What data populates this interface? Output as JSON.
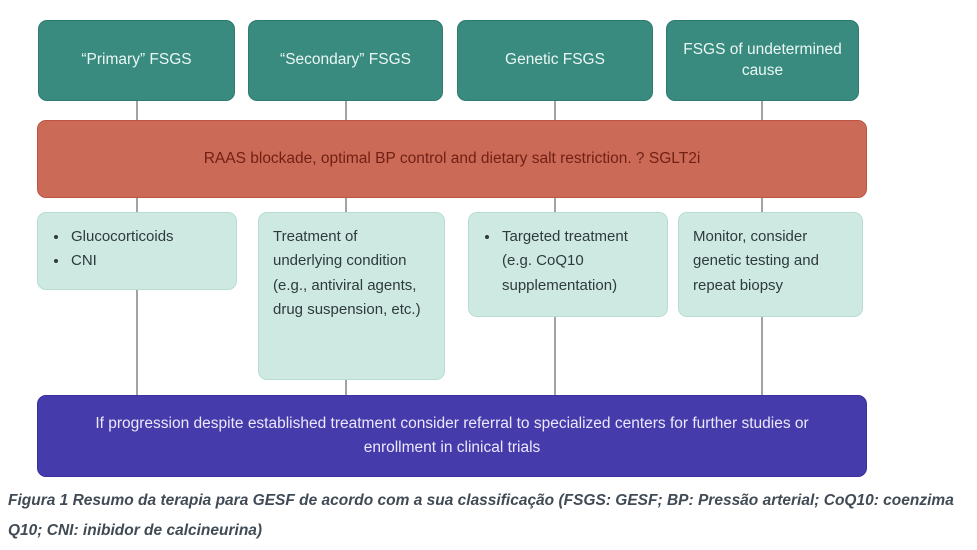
{
  "diagram": {
    "top_row": [
      {
        "label": "“Primary” FSGS"
      },
      {
        "label": "“Secondary” FSGS"
      },
      {
        "label": "Genetic FSGS"
      },
      {
        "label": "FSGS of undetermined cause"
      }
    ],
    "raas_bar": "RAAS blockade, optimal BP control and dietary salt restriction. ? SGLT2i",
    "treatment_row": [
      {
        "bullets": [
          "Glucocorticoids",
          "CNI"
        ]
      },
      {
        "text": "Treatment of underlying condition (e.g., antiviral agents, drug suspension, etc.)"
      },
      {
        "bullets": [
          "Targeted treatment (e.g. CoQ10 supplementation)"
        ]
      },
      {
        "text": "Monitor, consider genetic testing and repeat biopsy"
      }
    ],
    "referral_bar": "If progression despite established treatment consider referral to specialized centers for further studies or enrollment in clinical trials",
    "caption": "Figura 1 Resumo da terapia para GESF de acordo com a sua classificação (FSGS: GESF; BP: Pressão arterial; CoQ10: coenzima Q10; CNI: inibidor de calcineurina)"
  },
  "colors": {
    "teal": "#3A8B7F",
    "salmon": "#CB6A56",
    "salmon_text": "#731F14",
    "light_teal": "#CDE9E2",
    "purple": "#463BAB",
    "connector": "#A3A3A3",
    "caption_text": "#414B55"
  }
}
